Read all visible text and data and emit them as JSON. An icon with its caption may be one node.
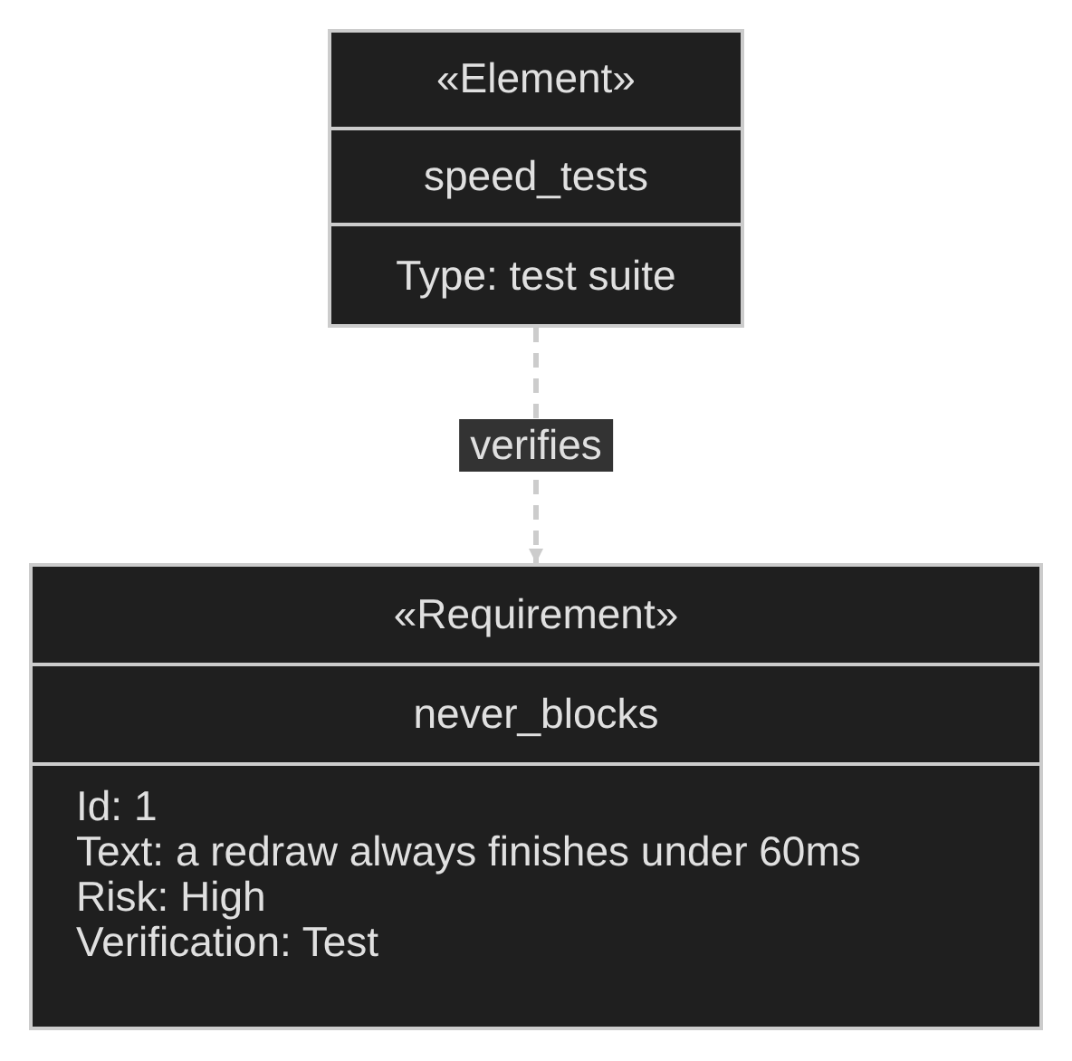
{
  "diagram": {
    "nodes": [
      {
        "text": [
          "«Element»",
          "speed_tests",
          "Type: test suite"
        ]
      },
      {
        "text": [
          "«Requirement»",
          "never_blocks",
          "Id: 1",
          "Text: a redraw always finishes under 60ms",
          "Risk: High",
          "Verification: Test"
        ]
      }
    ],
    "edges": [
      {
        "from": 0,
        "to": 1,
        "arrow": "to",
        "style": "dashed",
        "label": "verifies"
      }
    ]
  }
}
